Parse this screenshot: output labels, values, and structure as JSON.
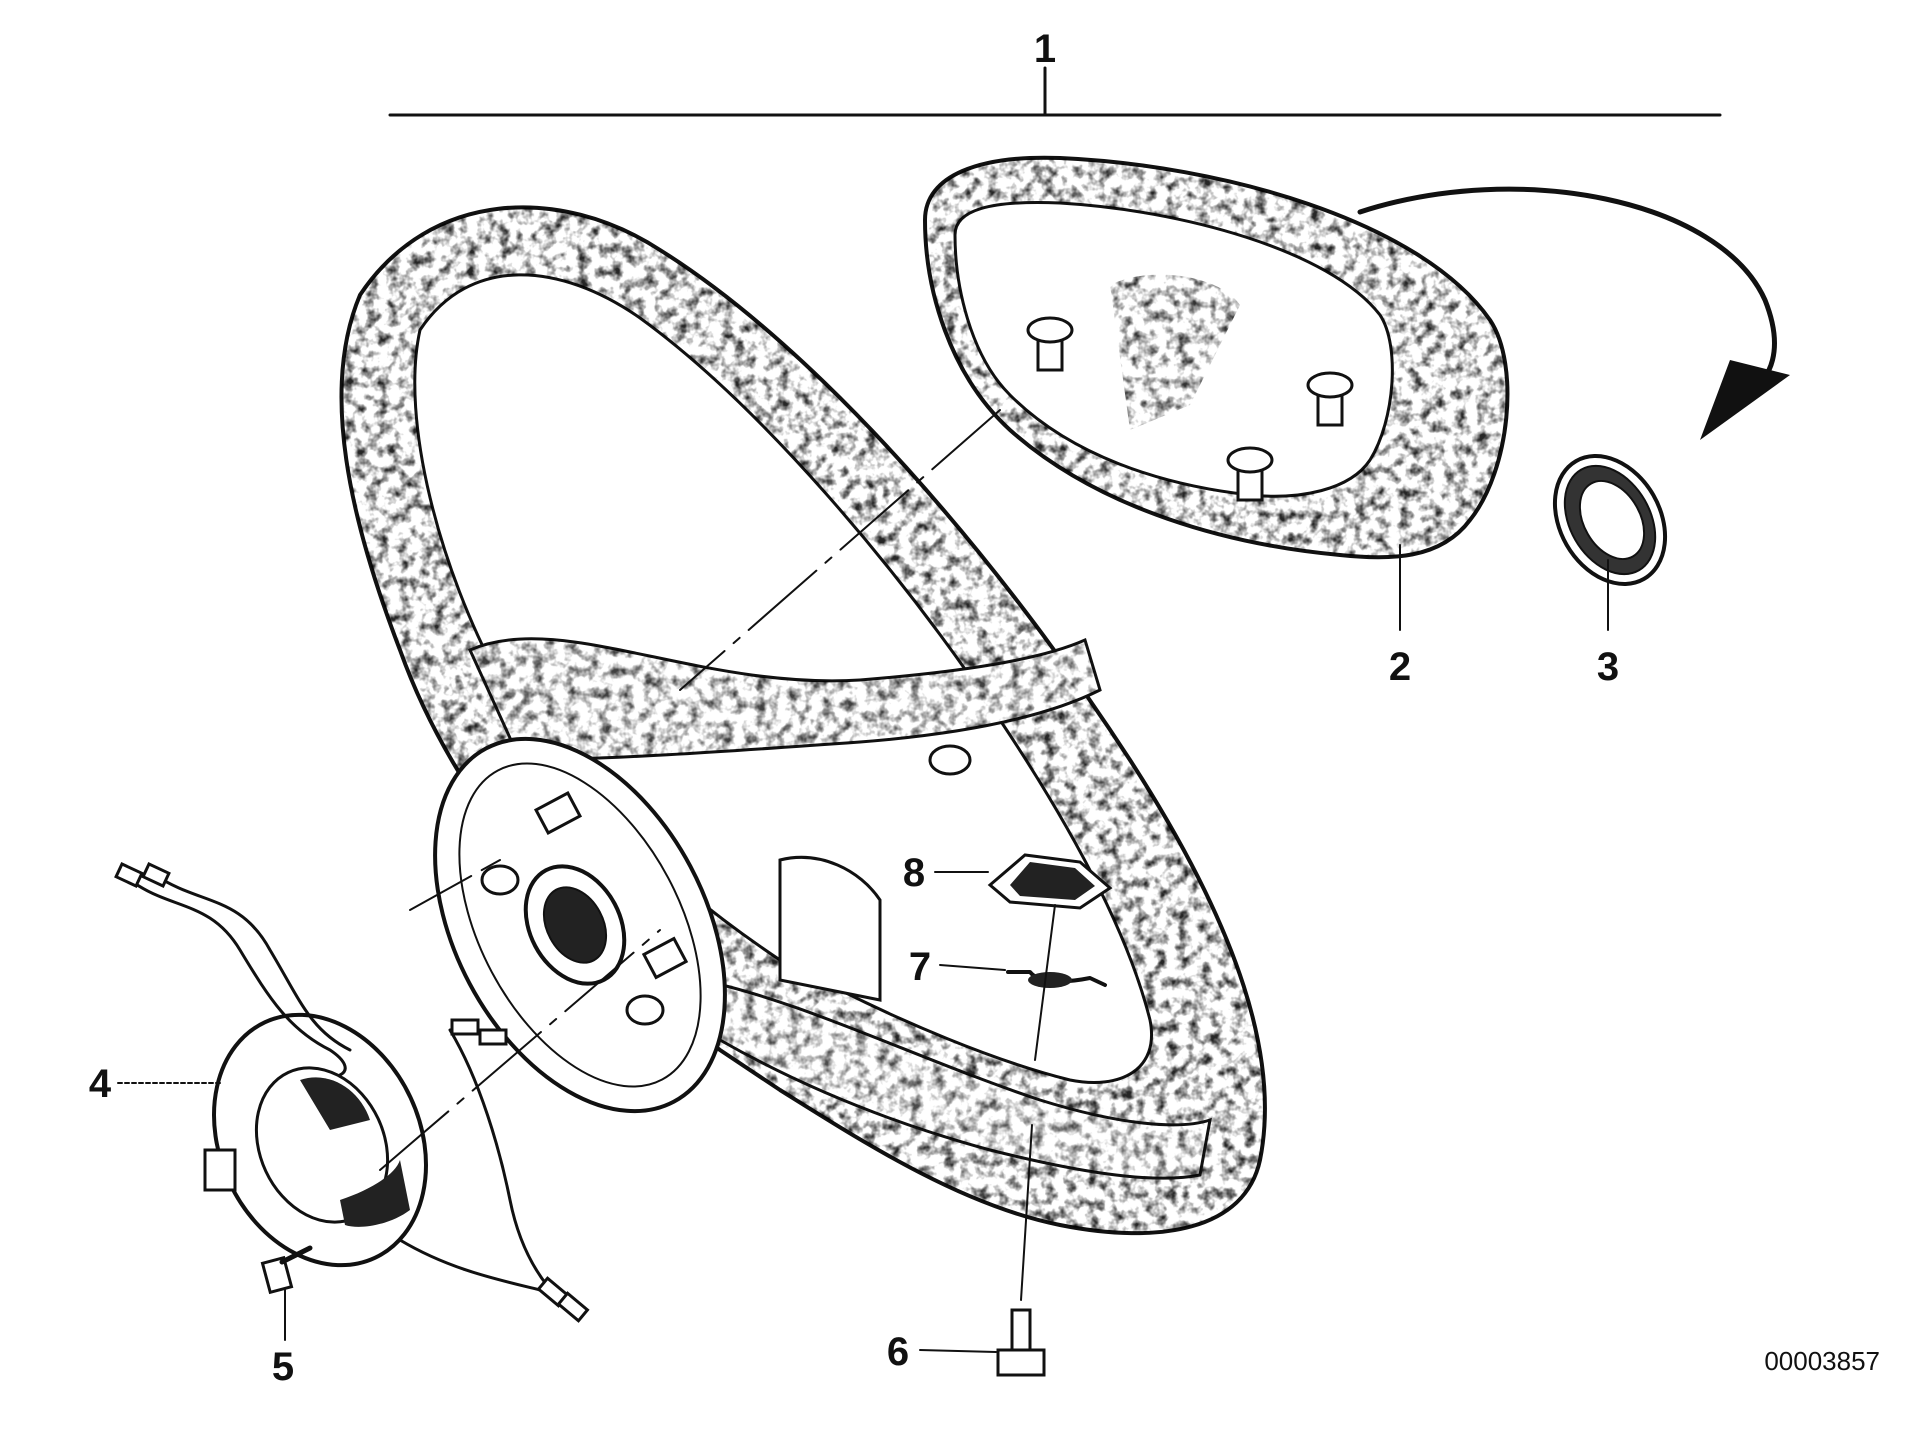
{
  "diagram": {
    "callouts": [
      {
        "id": "1",
        "label": "1"
      },
      {
        "id": "2",
        "label": "2"
      },
      {
        "id": "3",
        "label": "3"
      },
      {
        "id": "4",
        "label": "4"
      },
      {
        "id": "5",
        "label": "5"
      },
      {
        "id": "6",
        "label": "6"
      },
      {
        "id": "7",
        "label": "7"
      },
      {
        "id": "8",
        "label": "8"
      }
    ],
    "document_number": "00003857"
  }
}
